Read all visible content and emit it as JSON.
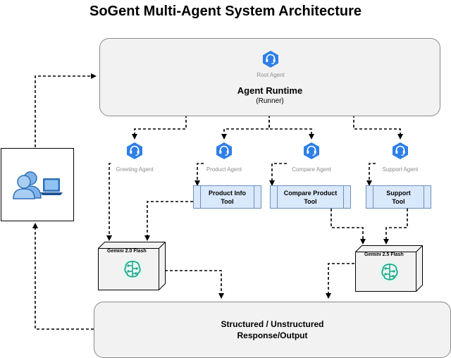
{
  "title": "SoGent Multi-Agent System Architecture",
  "runtime": {
    "icon_label": "Root Agent",
    "title": "Agent Runtime",
    "subtitle": "(Runner)"
  },
  "agents": [
    {
      "label": "Greeting Agent"
    },
    {
      "label": "Product Agent"
    },
    {
      "label": "Compare Agent"
    },
    {
      "label": "Support Agent"
    }
  ],
  "tools": [
    {
      "line1": "Product Info",
      "line2": "Tool"
    },
    {
      "line1": "Compare Product",
      "line2": "Tool"
    },
    {
      "line1": "Support",
      "line2": "Tool"
    }
  ],
  "models": [
    {
      "label": "Gemini 2.0 Flash"
    },
    {
      "label": "Gemini 2.5 Flash"
    }
  ],
  "output": {
    "line1": "Structured / Unstructured",
    "line2": "Response/Output"
  },
  "colors": {
    "agent_icon": "#2e7fe8",
    "tool_fill": "#dae8fc",
    "tool_stroke": "#6c8ebf",
    "model_icon": "#19a78a"
  },
  "icons": {
    "agent": "headset-icon",
    "user": "user-laptop-icon",
    "model": "brain-circuit-icon"
  }
}
